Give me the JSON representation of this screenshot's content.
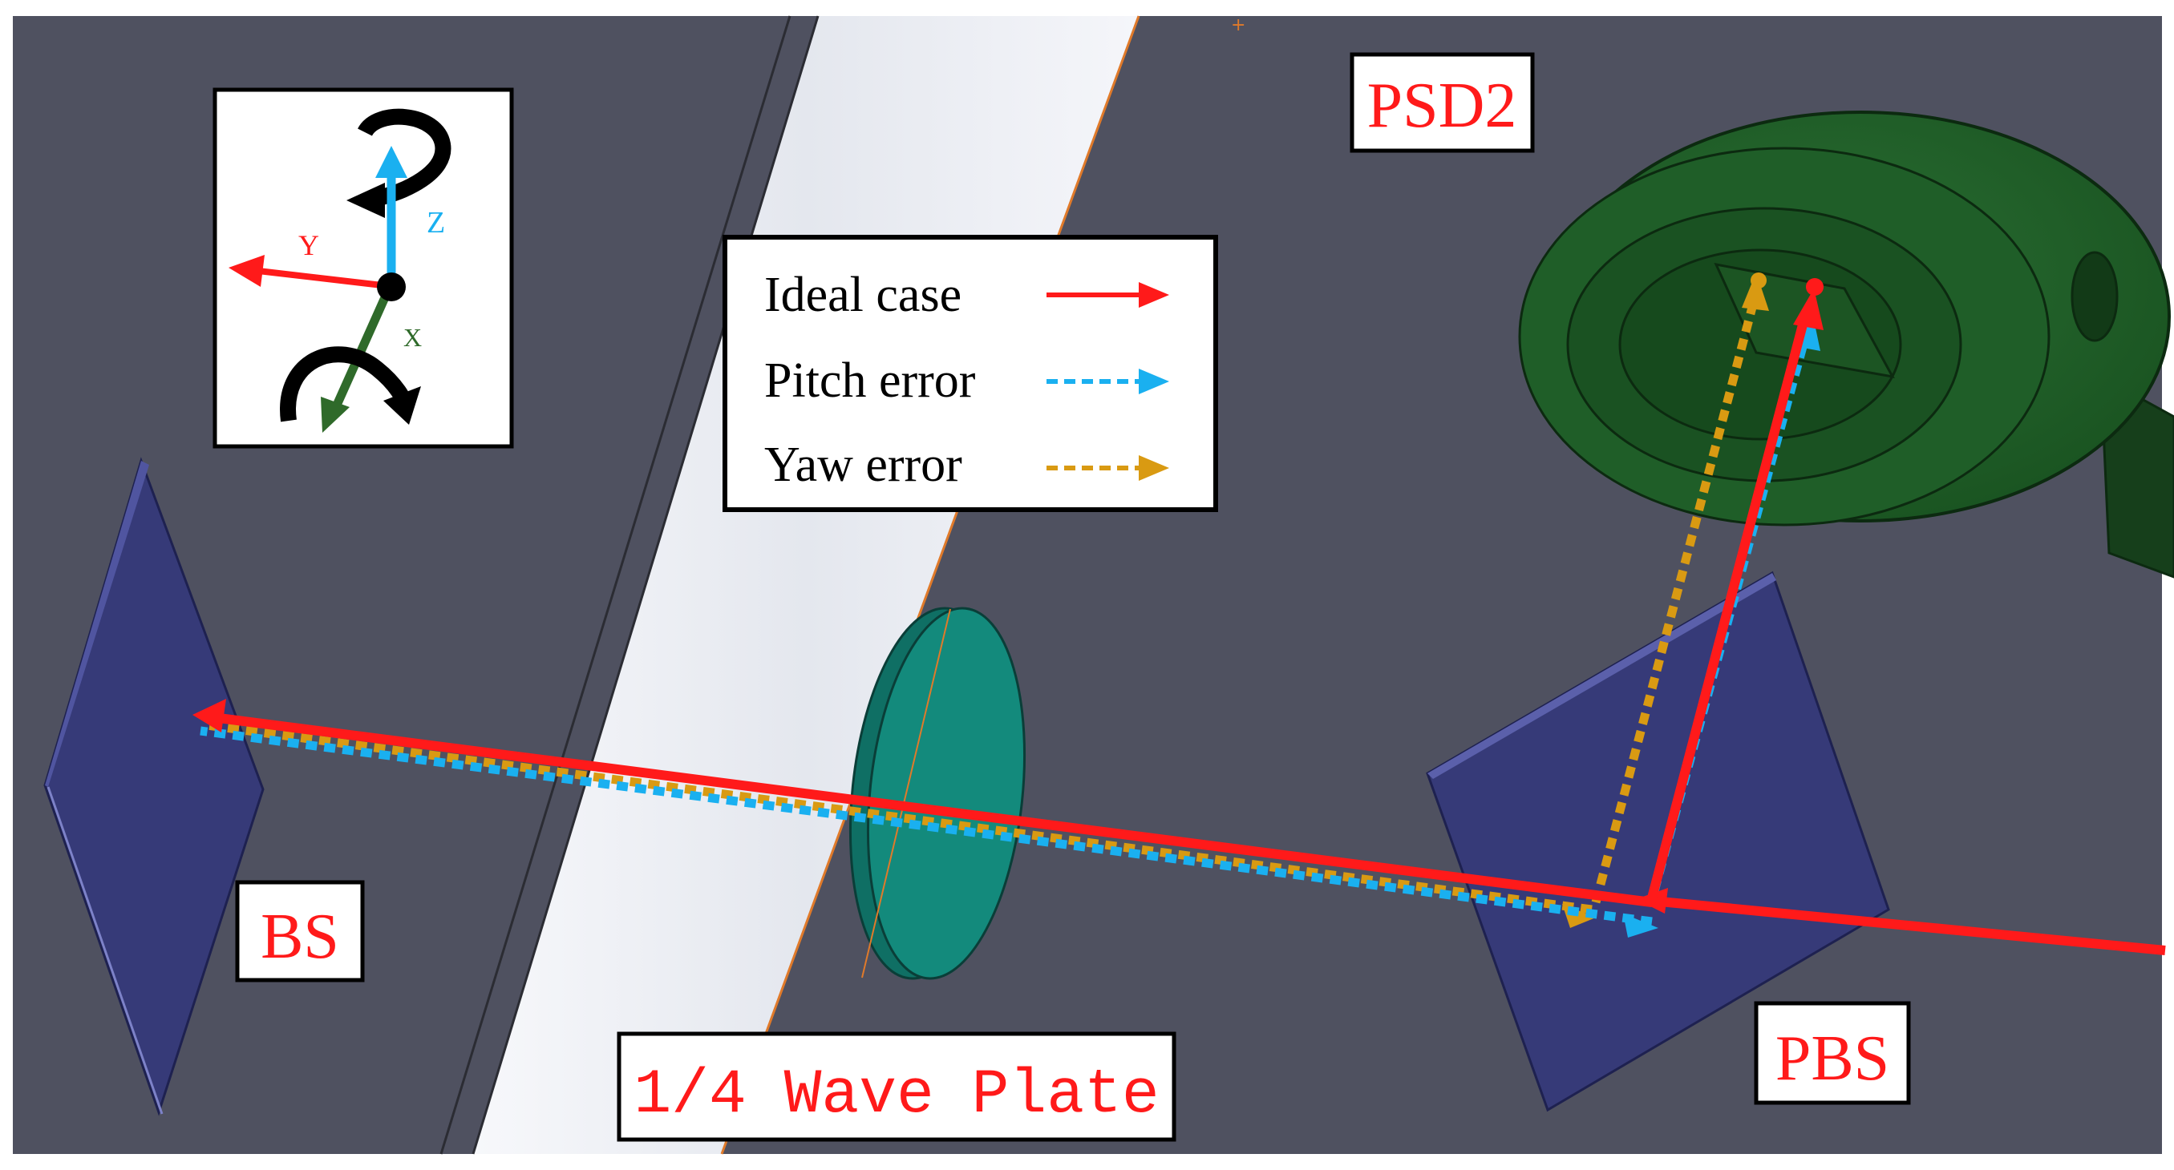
{
  "labels": {
    "psd2": "PSD2",
    "bs": "BS",
    "pbs": "PBS",
    "wave_plate": "1/4 Wave Plate"
  },
  "axes_inset": {
    "x": "X",
    "y": "Y",
    "z": "Z"
  },
  "legend": {
    "items": [
      {
        "label": "Ideal case",
        "color": "#ff1a1a",
        "style": "solid"
      },
      {
        "label": "Pitch error",
        "color": "#1ab0f0",
        "style": "dashed"
      },
      {
        "label": "Yaw error",
        "color": "#d99a12",
        "style": "dashed"
      }
    ]
  },
  "colors": {
    "background_dark": "#4f5160",
    "floor_gap": "#e9ebf1",
    "optic_blue": "#363a78",
    "wave_plate_teal": "#138a7c",
    "psd_green": "#1d5a26",
    "label_red": "#ff1a1a",
    "ideal_red": "#ff1a1a",
    "pitch_blue": "#1ab0f0",
    "yaw_orange": "#d99a12"
  }
}
